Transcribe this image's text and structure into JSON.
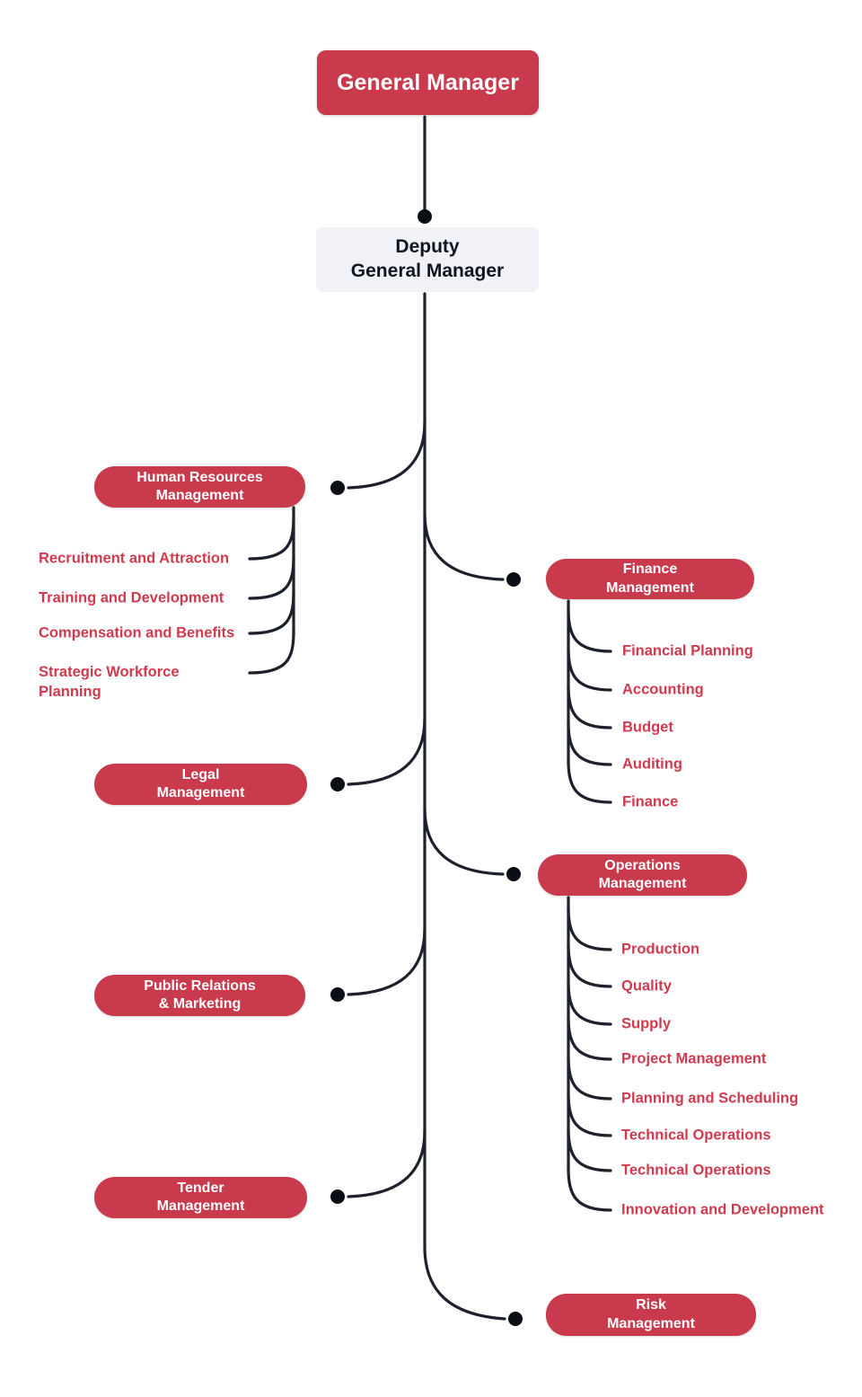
{
  "palette": {
    "red": "#C93A4C",
    "redtext": "#D03A4E",
    "light": "#F0F2F7",
    "dark": "#10151D",
    "line": "#1C212C",
    "dot": "#0B0E14",
    "bg": "#FFFFFF"
  },
  "chart": {
    "type": "org-chart",
    "root": {
      "label": "General Manager"
    },
    "deputy": {
      "label": "Deputy\nGeneral Manager"
    },
    "departments": [
      {
        "label": "Human Resources\nManagement",
        "side": "left",
        "children": [
          "Recruitment and Attraction",
          "Training and Development",
          "Compensation and Benefits",
          "Strategic Workforce Planning"
        ]
      },
      {
        "label": "Finance\nManagement",
        "side": "right",
        "children": [
          "Financial Planning",
          "Accounting",
          "Budget",
          "Auditing",
          "Finance"
        ]
      },
      {
        "label": "Legal\nManagement",
        "side": "left",
        "children": []
      },
      {
        "label": "Operations\nManagement",
        "side": "right",
        "children": [
          "Production",
          "Quality",
          "Supply",
          "Project Management",
          "Planning and Scheduling",
          "Technical Operations",
          "Technical Operations",
          "Innovation and Development"
        ]
      },
      {
        "label": "Public Relations\n& Marketing",
        "side": "left",
        "children": []
      },
      {
        "label": "Tender\nManagement",
        "side": "left",
        "children": []
      },
      {
        "label": "Risk\nManagement",
        "side": "right",
        "children": []
      }
    ]
  }
}
